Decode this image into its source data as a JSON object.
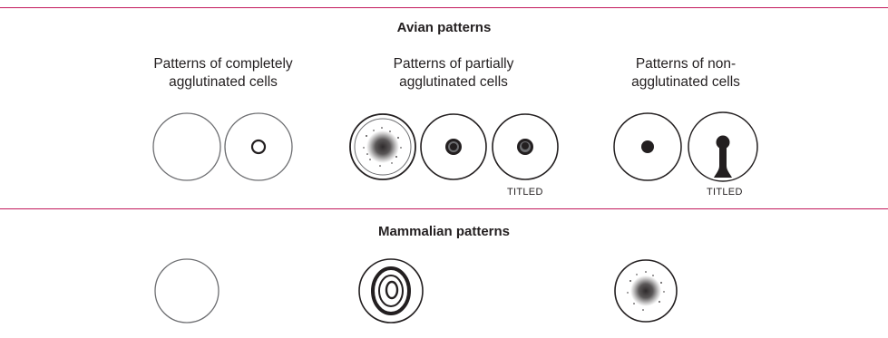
{
  "avian": {
    "title": "Avian patterns",
    "groups": [
      {
        "line1": "Patterns of completely",
        "line2": "agglutinated cells"
      },
      {
        "line1": "Patterns of partially",
        "line2": "agglutinated cells"
      },
      {
        "line1": "Patterns of non-",
        "line2": "agglutinated cells"
      }
    ],
    "tilted_notes": [
      "TITLED",
      "TITLED"
    ]
  },
  "mammalian": {
    "title": "Mammalian patterns"
  },
  "colors": {
    "rule": "#c2185b",
    "ink": "#231f20",
    "well_outline": "#6d6e71"
  }
}
